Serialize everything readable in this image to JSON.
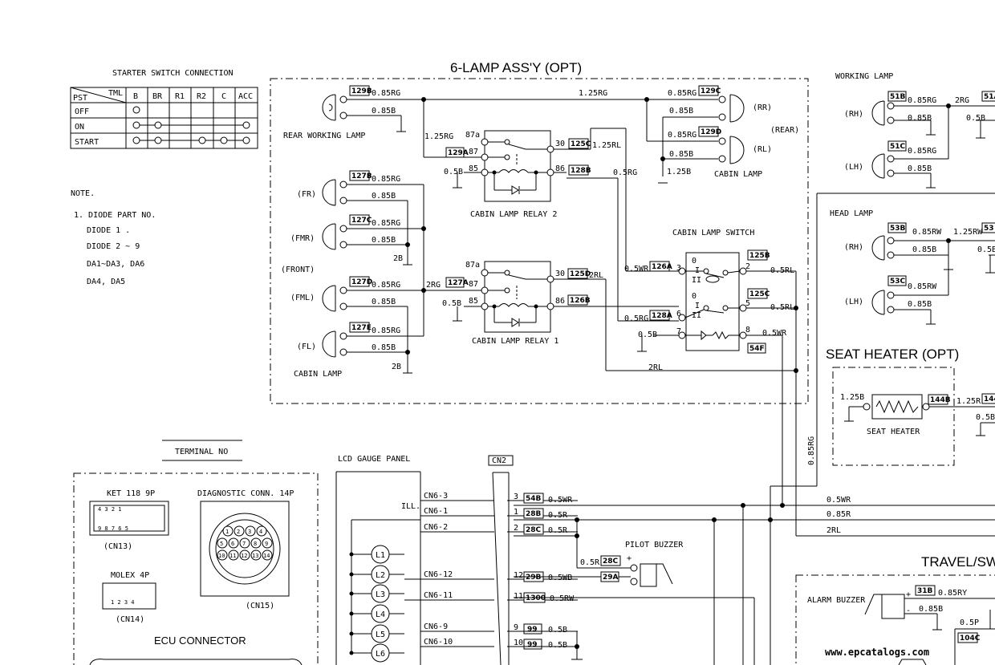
{
  "titles": {
    "lamp_assy": "6-LAMP ASS'Y (OPT)",
    "seat_heater": "SEAT HEATER (OPT)",
    "travel": "TRAVEL/SW",
    "ecu_connector": "ECU CONNECTOR",
    "watermark": "www.epcatalogs.com"
  },
  "starter_switch": {
    "title": "STARTER SWITCH CONNECTION",
    "corner_tml": "TML",
    "corner_pst": "PST",
    "columns": [
      "B",
      "BR",
      "R1",
      "R2",
      "C",
      "ACC"
    ],
    "rows": [
      "OFF",
      "ON",
      "START"
    ]
  },
  "note": {
    "title": "NOTE.",
    "lines": [
      "1. DIODE PART NO.",
      "DIODE 1 .",
      "DIODE 2 ~ 9",
      "DA1~DA3, DA6",
      "DA4, DA5"
    ]
  },
  "labels": {
    "rear_working_lamp": "REAR WORKING LAMP",
    "cabin_lamp_left": "CABIN LAMP",
    "cabin_lamp_right": "CABIN LAMP",
    "relay2": "CABIN LAMP RELAY 2",
    "relay1": "CABIN LAMP RELAY 1",
    "cabin_lamp_switch": "CABIN LAMP SWITCH",
    "front": "(FRONT)",
    "rear": "(REAR)",
    "fr": "(FR)",
    "fmr": "(FMR)",
    "fml": "(FML)",
    "fl": "(FL)",
    "rr": "(RR)",
    "rl": "(RL)",
    "working_lamp": "WORKING LAMP",
    "head_lamp": "HEAD LAMP",
    "rh1": "(RH)",
    "lh1": "(LH)",
    "rh2": "(RH)",
    "lh2": "(LH)",
    "seat_heater_el": "SEAT HEATER",
    "terminal_no": "TERMINAL NO",
    "ket": "KET 118 9P",
    "diag": "DIAGNOSTIC CONN. 14P",
    "cn13": "(CN13)",
    "cn15": "(CN15)",
    "molex": "MOLEX 4P",
    "cn14": "(CN14)",
    "lcd_panel": "LCD GAUGE PANEL",
    "cn2": "CN2",
    "ill": "ILL.",
    "pilot_buzzer": "PILOT BUZZER",
    "alarm_buzzer": "ALARM BUZZER",
    "b2a": "2B",
    "b2b": "2B"
  },
  "relay_pins": {
    "p87a": "87a",
    "p87": "87",
    "p85": "85",
    "p30": "30",
    "p86": "86",
    "q87a": "87a",
    "q87": "87",
    "q85": "85",
    "q30": "30",
    "q86": "86"
  },
  "switch_pins": {
    "s3": "3",
    "s2": "2",
    "s6": "6",
    "s5": "5",
    "s7": "7",
    "s8": "8",
    "o1": "0",
    "i1": "I",
    "ii1": "II",
    "o2": "0",
    "i2": "I",
    "ii2": "II"
  },
  "wire_tags": {
    "t129B": "129B",
    "t129C": "129C",
    "t129D": "129D",
    "t129A": "129A",
    "t125C": "125C",
    "t128B": "128B",
    "t127B": "127B",
    "t127C": "127C",
    "t127D": "127D",
    "t127E": "127E",
    "t127A": "127A",
    "t125D": "125D",
    "t126B": "126B",
    "t126A": "126A",
    "t128A": "128A",
    "t125B": "125B",
    "t125Cs": "125C",
    "t54F": "54F",
    "t51B": "51B",
    "t51C": "51C",
    "t51A": "51A",
    "t53B": "53B",
    "t53C": "53C",
    "t53x": "53",
    "t144B": "144B",
    "t144x": "144",
    "t54B": "54B",
    "t28B": "28B",
    "t28C": "28C",
    "t29B": "29B",
    "t1300": "1300",
    "t99a": "99",
    "t99b": "99",
    "t28Cb": "28C",
    "t29A": "29A",
    "t31B": "31B",
    "t104C": "104C"
  },
  "wire_labels": {
    "w1": "0.85RG",
    "w2": "0.85B",
    "w3": "1.25RG",
    "w4": "0.85RG",
    "w5": "0.85B",
    "w6": "0.85RG",
    "w7": "0.85B",
    "w8": "1.25B",
    "w9": "1.25RG",
    "w10": "1.25RL",
    "w11": "0.5B",
    "w12": "0.5RG",
    "w13": "0.85RG",
    "w14": "0.85B",
    "w15": "0.85RG",
    "w16": "0.85B",
    "w17": "0.85RG",
    "w18": "0.85B",
    "w19": "0.85RG",
    "w20": "0.85B",
    "w21": "2RG",
    "w22": "0.5B",
    "w23": "2RL",
    "w24": "0.5WR",
    "w25": "0.5RL",
    "w26": "0.5RG",
    "w27": "0.5RL",
    "w28": "0.5B",
    "w29": "0.5WR",
    "w30": "2RL",
    "w31": "0.85RG",
    "w32": "0.85B",
    "w33": "2RG",
    "w34": "0.5B",
    "w35": "0.85RG",
    "w36": "0.85B",
    "w37": "0.85RW",
    "w38": "0.85B",
    "w39": "1.25RW",
    "w40": "0.5B",
    "w41": "0.85RW",
    "w42": "0.85B",
    "w43": "1.25B",
    "w44": "1.25R",
    "w45": "0.5B",
    "w46": "0.85RG",
    "w47": "0.5WR",
    "w48": "0.85R",
    "w49": "2RL",
    "w50": "0.5WR",
    "w51": "0.5R",
    "w52": "0.5R",
    "w53": "0.5WB",
    "w54": "0.5RW",
    "w55": "0.5B",
    "w56": "0.5B",
    "w57": "0.5R",
    "w58": "0.85RY",
    "w59": "0.85B",
    "w60": "0.5P"
  },
  "cn6": {
    "names": [
      "CN6-3",
      "CN6-1",
      "CN6-2",
      "CN6-12",
      "CN6-11",
      "CN6-9",
      "CN6-10"
    ],
    "nums": [
      "3",
      "1",
      "2",
      "12",
      "11",
      "9",
      "10"
    ]
  },
  "indicators": [
    "L1",
    "L2",
    "L3",
    "L4",
    "L5",
    "L6"
  ],
  "pins": {
    "ket_top": "4 3 2 1",
    "ket_bot": "9 8 7 6 5",
    "molex": "1 2 3 4",
    "diag_rows": [
      [
        "1",
        "2",
        "3",
        "4"
      ],
      [
        "5",
        "6",
        "7",
        "8",
        "9"
      ],
      [
        "10",
        "11",
        "12",
        "13",
        "14"
      ]
    ]
  }
}
